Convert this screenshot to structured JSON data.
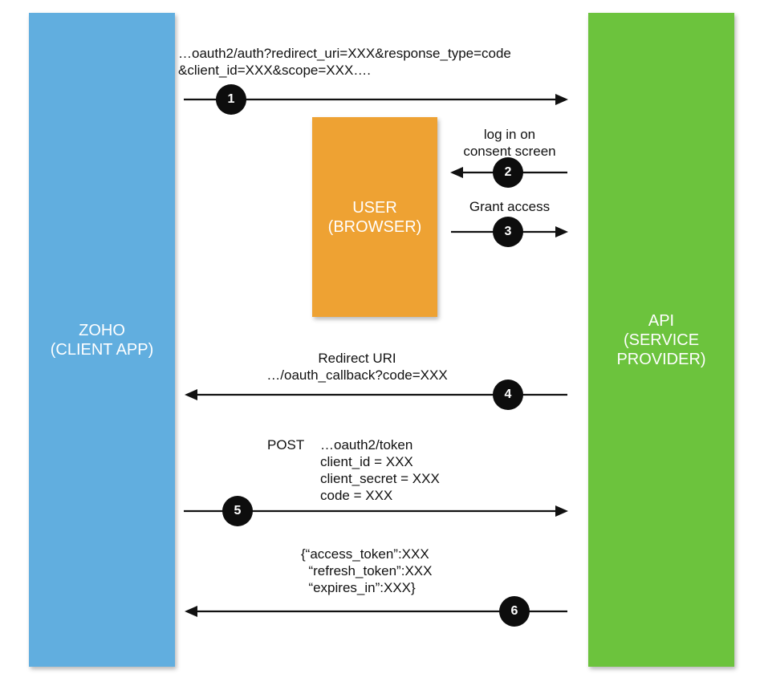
{
  "actors": {
    "client": {
      "label": "ZOHO\n(CLIENT APP)",
      "color": "#61aedf"
    },
    "provider": {
      "label": "API\n(SERVICE\nPROVIDER)",
      "color": "#6cc33d"
    },
    "user": {
      "label": "USER\n(BROWSER)",
      "color": "#eea233"
    }
  },
  "steps": [
    {
      "number": "1",
      "text": "…oauth2/auth?redirect_uri=XXX&response_type=code\n&client_id=XXX&scope=XXX…."
    },
    {
      "number": "2",
      "text": "log in on\nconsent screen"
    },
    {
      "number": "3",
      "text": "Grant access"
    },
    {
      "number": "4",
      "text": "Redirect URI\n…/oauth_callback?code=XXX"
    },
    {
      "number": "5",
      "method": "POST",
      "text": "…oauth2/token\nclient_id = XXX\nclient_secret = XXX\ncode = XXX"
    },
    {
      "number": "6",
      "text": "{“access_token”:XXX\n  “refresh_token”:XXX\n  “expires_in”:XXX}"
    }
  ]
}
